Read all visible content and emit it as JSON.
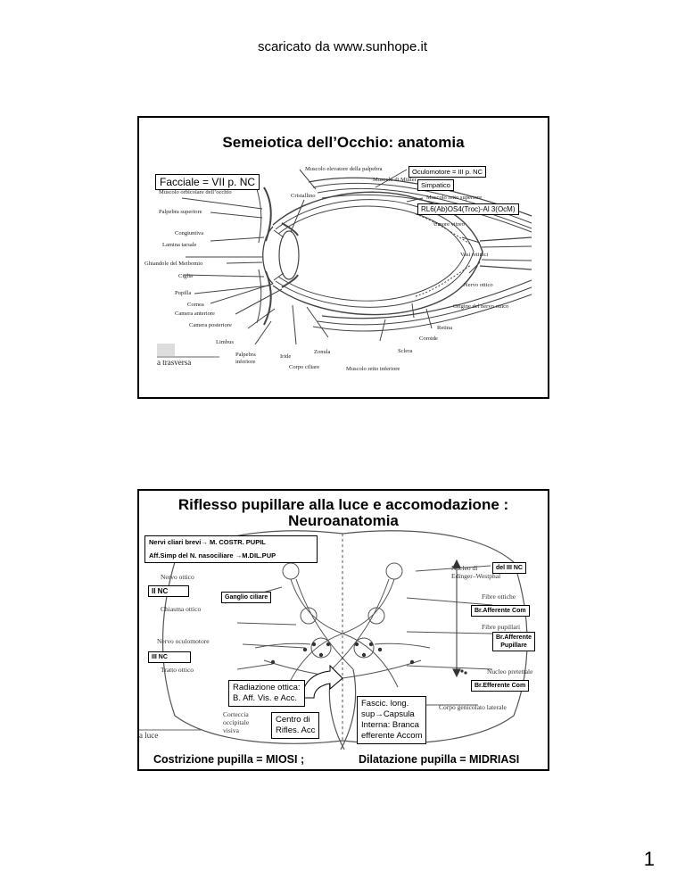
{
  "header": "scaricato da www.sunhope.it",
  "page_number": "1",
  "slide1": {
    "title": "Semeiotica dell’Occhio: anatomia",
    "boxes": {
      "facciale": "Facciale = VII p. NC",
      "oculomotore": "Oculomotore = III p. NC",
      "simpatico": "Simpatico",
      "rl6": "RL6(Ab)OS4(Troc)-Al 3(OcM)"
    },
    "labels": {
      "elevatore": "Muscolo elevatore della palpebra",
      "muller": "Muscolo di Müller",
      "orbicolare": "Muscolo orbicolare dell’occhio",
      "cristallino": "Cristallino",
      "retto_sup": "Muscolo retto superiore",
      "palpebra_sup": "Palpebra superiore",
      "congiuntiva": "Congiuntiva",
      "umore": "Umore vitreo",
      "lamina": "Lamina tarsale",
      "vasi": "Vasi retinici",
      "meibomio": "Ghiandole del Meibomio",
      "ciglia": "Ciglia",
      "nervo_ottico": "Nervo ottico",
      "pupilla": "Pupilla",
      "cornea": "Cornea",
      "origine": "Origine del nervo ottico",
      "camera_ant": "Camera anteriore",
      "camera_post": "Camera posteriore",
      "retina": "Retina",
      "coroide": "Coroide",
      "limbus": "Limbus",
      "zonula": "Zonula",
      "sclera": "Sclera",
      "palpebra_inf_1": "Palpebra",
      "palpebra_inf_2": "inferiore",
      "iride": "Iride",
      "corpo_ciliare": "Corpo ciliare",
      "retto_inf": "Muscolo retto inferiore",
      "trasversa": "a trasversa"
    }
  },
  "slide2": {
    "title_line1": "Riflesso pupillare alla luce e accomodazione :",
    "title_line2": "Neuroanatomia",
    "boxes": {
      "nervi_ciliari": "Nervi cliari brevi→ M. COSTR. PUPIL",
      "aff_simp": "Aff.Simp del N. nasociliare →M.DIL.PUP",
      "del_iii": "del III NC",
      "ii_nc": "II  NC",
      "ganglio": "Ganglio ciliare",
      "br_aff_com": "Br.Afferente Com",
      "br_aff_pup_1": "Br.Afferente",
      "br_aff_pup_2": "Pupillare",
      "iii_nc": "III NC",
      "br_eff_com": "Br.Efferente Com",
      "radiazione_1": "Radiazione ottica:",
      "radiazione_2": "B. Aff. Vis. e Acc.",
      "centro_1": "Centro di",
      "centro_2": "Rifles. Acc",
      "fascic_1": "Fascic. long.",
      "fascic_2": "sup→Capsula",
      "fascic_3": "Interna: Branca",
      "fascic_4": "efferente Accom"
    },
    "labels": {
      "nucleo_1": "Nucleo di",
      "nucleo_2": "Edinger–Westphal",
      "nervo_ottico": "Nervo ottico",
      "fibre_ottiche": "Fibre ottiche",
      "chiasma": "Chiasma ottico",
      "fibre_pupillari": "Fibre pupillari",
      "oculomotore": "Nervo oculomotore",
      "tratto": "Tratto ottico",
      "pretettale": "Nucleo pretettale",
      "corpo_genicolato": "Corpo genicolato laterale",
      "corteccia_1": "Corteccia",
      "corteccia_2": "occipitale",
      "corteccia_3": "visiva",
      "luce": "a luce"
    },
    "footer_left": "Costrizione pupilla = MIOSI ;",
    "footer_right": "Dilatazione pupilla = MIDRIASI"
  }
}
